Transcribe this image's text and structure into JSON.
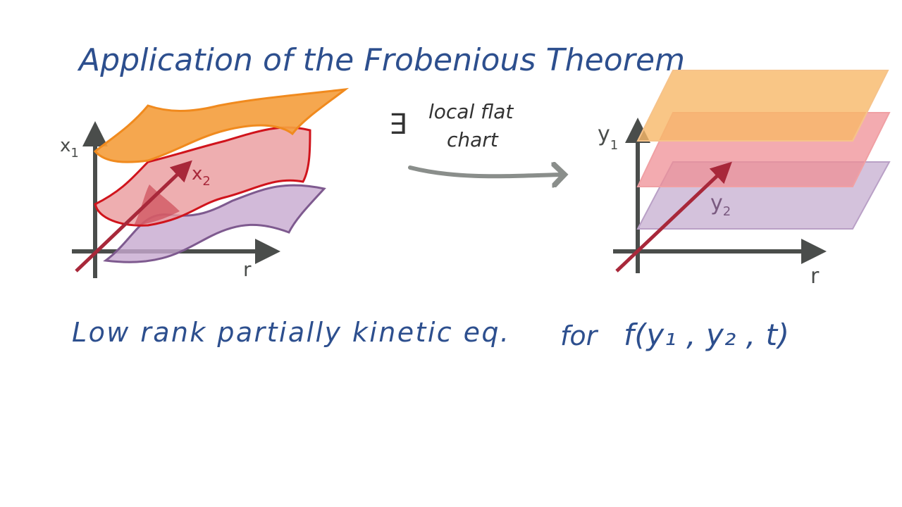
{
  "title": "Application of the Frobenious Theorem",
  "left_diagram": {
    "axis_vertical_label": "x",
    "axis_vertical_sub": "1",
    "axis_depth_label": "x",
    "axis_depth_sub": "2",
    "axis_horizontal_label": "r"
  },
  "middle": {
    "exists_symbol": "∃",
    "line1": "local  flat",
    "line2": "chart"
  },
  "right_diagram": {
    "axis_vertical_label": "y",
    "axis_vertical_sub": "1",
    "axis_depth_label": "y",
    "axis_depth_sub": "2",
    "axis_horizontal_label": "r"
  },
  "bottom_text": {
    "main": "Low rank  partially  kinetic  eq.",
    "for": "for",
    "formula": "f(y₁ , y₂ , t)"
  },
  "colors": {
    "ink_blue": "#2d4f8e",
    "axis_gray": "#4a4d4b",
    "orange": "#f08a1e",
    "red": "#d0141c",
    "purple": "#7e5a8f"
  }
}
